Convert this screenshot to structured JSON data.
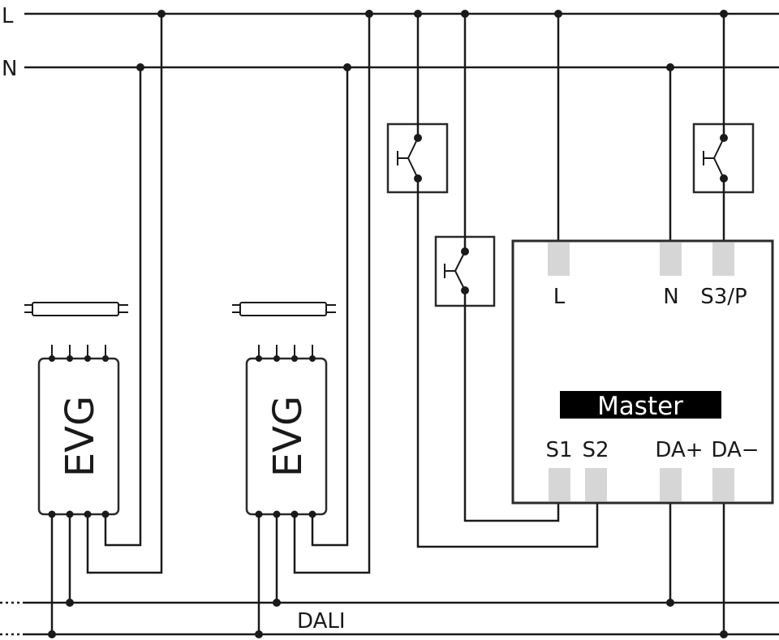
{
  "rails": {
    "l_label": "L",
    "n_label": "N",
    "dali_label": "DALI"
  },
  "ballasts": [
    {
      "label": "EVG"
    },
    {
      "label": "EVG"
    }
  ],
  "master": {
    "title": "Master",
    "terminals": {
      "l": "L",
      "n": "N",
      "s3p": "S3/P",
      "s1": "S1",
      "s2": "S2",
      "da_plus": "DA+",
      "da_minus": "DA−"
    }
  },
  "colors": {
    "wire": "#1a1a1a",
    "terminal": "#d6d6d6",
    "title_bar": "#000000",
    "title_text": "#ffffff"
  }
}
